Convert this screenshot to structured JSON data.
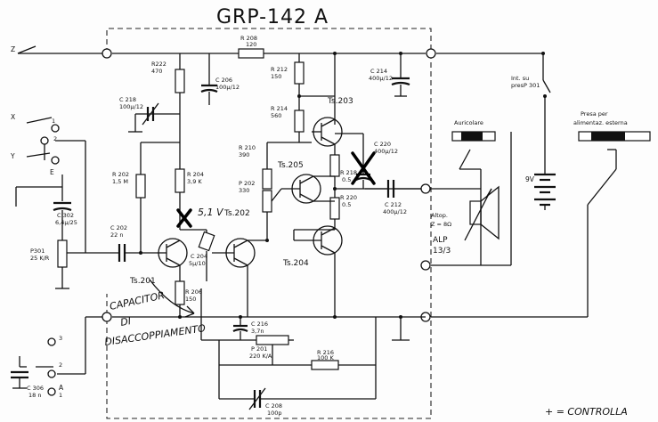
{
  "title": "GRP-142 A",
  "terminals": {
    "z": "Z",
    "x": "X",
    "y": "Y",
    "e": "E",
    "a": "A",
    "pin1": "1",
    "pin2": "2",
    "pin3": "3"
  },
  "components": {
    "r208": [
      "R 208",
      "120"
    ],
    "r222": [
      "R222",
      "470"
    ],
    "c206": [
      "C 206",
      "100µ/12"
    ],
    "r212": [
      "R 212",
      "150"
    ],
    "c214": [
      "C 214",
      "400µ/12"
    ],
    "int": [
      "Int. su",
      "presP 301"
    ],
    "c218": [
      "C 218",
      "100µ/12"
    ],
    "r214": [
      "R 214",
      "560"
    ],
    "auricolare": "Auricolare",
    "presa": [
      "Presa per",
      "alimentaz. esterna"
    ],
    "c220": [
      "C 220",
      "400µ/12"
    ],
    "r210": [
      "R 210",
      "390"
    ],
    "r218": [
      "R 218",
      "0.5"
    ],
    "r202": [
      "R 202",
      "1,5 M"
    ],
    "r204": [
      "R 204",
      "3,9 K"
    ],
    "p202": [
      "P 202",
      "330"
    ],
    "r220": [
      "R 220",
      "0.5"
    ],
    "c302": [
      "C 302",
      "6,4µ/25"
    ],
    "c212": [
      "C 212",
      "400µ/12"
    ],
    "battery": "9V",
    "altop": [
      "Altop.",
      "Z = 8Ω"
    ],
    "alp": [
      "ALP",
      "13/3"
    ],
    "c202": [
      "C 202",
      "22 n"
    ],
    "p301": [
      "P301",
      "25 K/R"
    ],
    "c204": [
      "C 204",
      "5µ/10"
    ],
    "r206": [
      "R 206",
      "150"
    ],
    "c216": [
      "C 216",
      "3,7n"
    ],
    "p201": [
      "P 201",
      "220 K/A"
    ],
    "r216": [
      "R 216",
      "100 K"
    ],
    "c208": [
      "C 208",
      "100p"
    ],
    "c306": [
      "C 306",
      "18 n"
    ]
  },
  "transistors": {
    "ts201": "Ts.201",
    "ts202": "Ts.202",
    "ts203": "Ts.203",
    "ts204": "Ts.204",
    "ts205": "Ts.205"
  },
  "annotations": {
    "voltage": "5,1 V",
    "capacitor_note": [
      "CAPACITOR",
      "DI",
      "DISACCOPPIAMENTO"
    ],
    "legend": "+ = CONTROLLA"
  }
}
